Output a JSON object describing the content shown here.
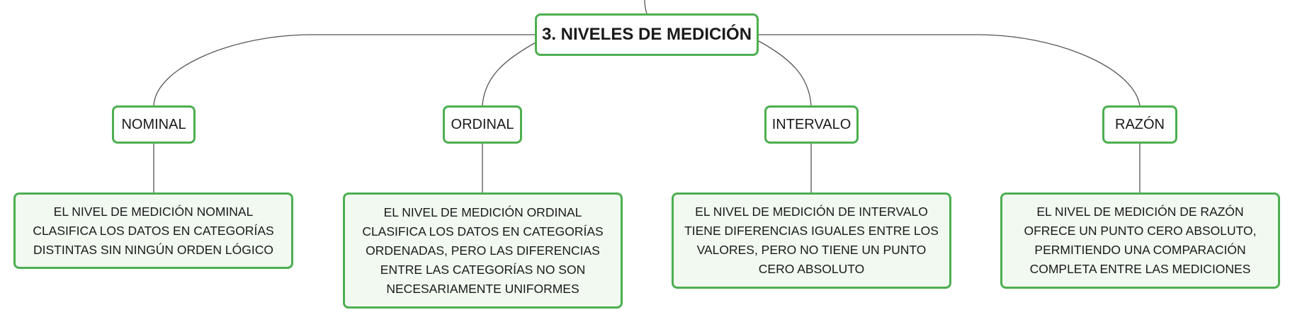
{
  "diagram": {
    "root": {
      "label": "3. NIVELES DE MEDICIÓN"
    },
    "levels": [
      {
        "label": "NOMINAL",
        "description": "EL NIVEL DE MEDICIÓN NOMINAL CLASIFICA LOS DATOS EN CATEGORÍAS DISTINTAS SIN NINGÚN ORDEN LÓGICO"
      },
      {
        "label": "ORDINAL",
        "description": "EL NIVEL DE MEDICIÓN ORDINAL CLASIFICA LOS DATOS EN CATEGORÍAS ORDENADAS, PERO LAS DIFERENCIAS ENTRE LAS CATEGORÍAS NO SON NECESARIAMENTE UNIFORMES"
      },
      {
        "label": "INTERVALO",
        "description": "EL NIVEL DE MEDICIÓN DE INTERVALO TIENE DIFERENCIAS IGUALES ENTRE LOS VALORES, PERO NO TIENE UN PUNTO CERO ABSOLUTO"
      },
      {
        "label": "RAZÓN",
        "description": "EL NIVEL DE MEDICIÓN DE RAZÓN OFRECE UN PUNTO CERO ABSOLUTO, PERMITIENDO UNA COMPARACIÓN COMPLETA ENTRE LAS MEDICIONES"
      }
    ]
  },
  "colors": {
    "node_border": "#4caf50",
    "description_fill": "#f1f9f1",
    "connector": "#555555"
  }
}
